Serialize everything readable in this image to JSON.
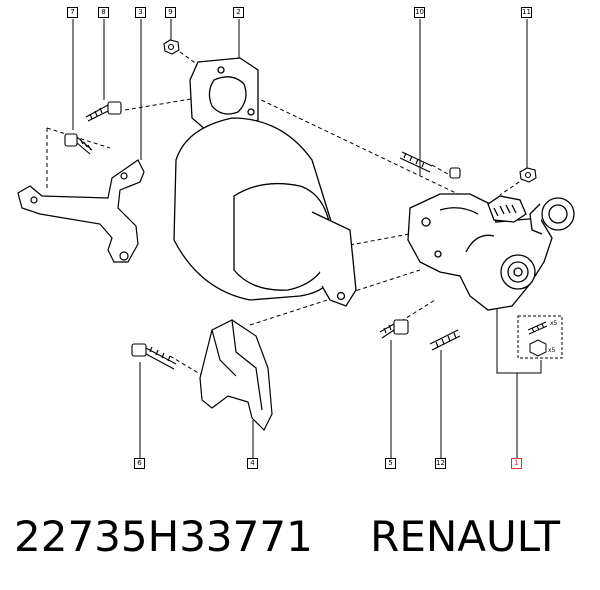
{
  "callouts": {
    "c7": "7",
    "c8": "8",
    "c3": "3",
    "c9": "9",
    "c2": "2",
    "c10": "10",
    "c11": "11",
    "c6": "6",
    "c4": "4",
    "c5": "5",
    "c12": "12",
    "c1": "1"
  },
  "insert_labels": {
    "a": "x5",
    "b": "x5"
  },
  "footer": {
    "part_number": "22735H33771",
    "brand": "RENAULT"
  },
  "colors": {
    "line": "#000000",
    "highlight": "#d33333"
  }
}
